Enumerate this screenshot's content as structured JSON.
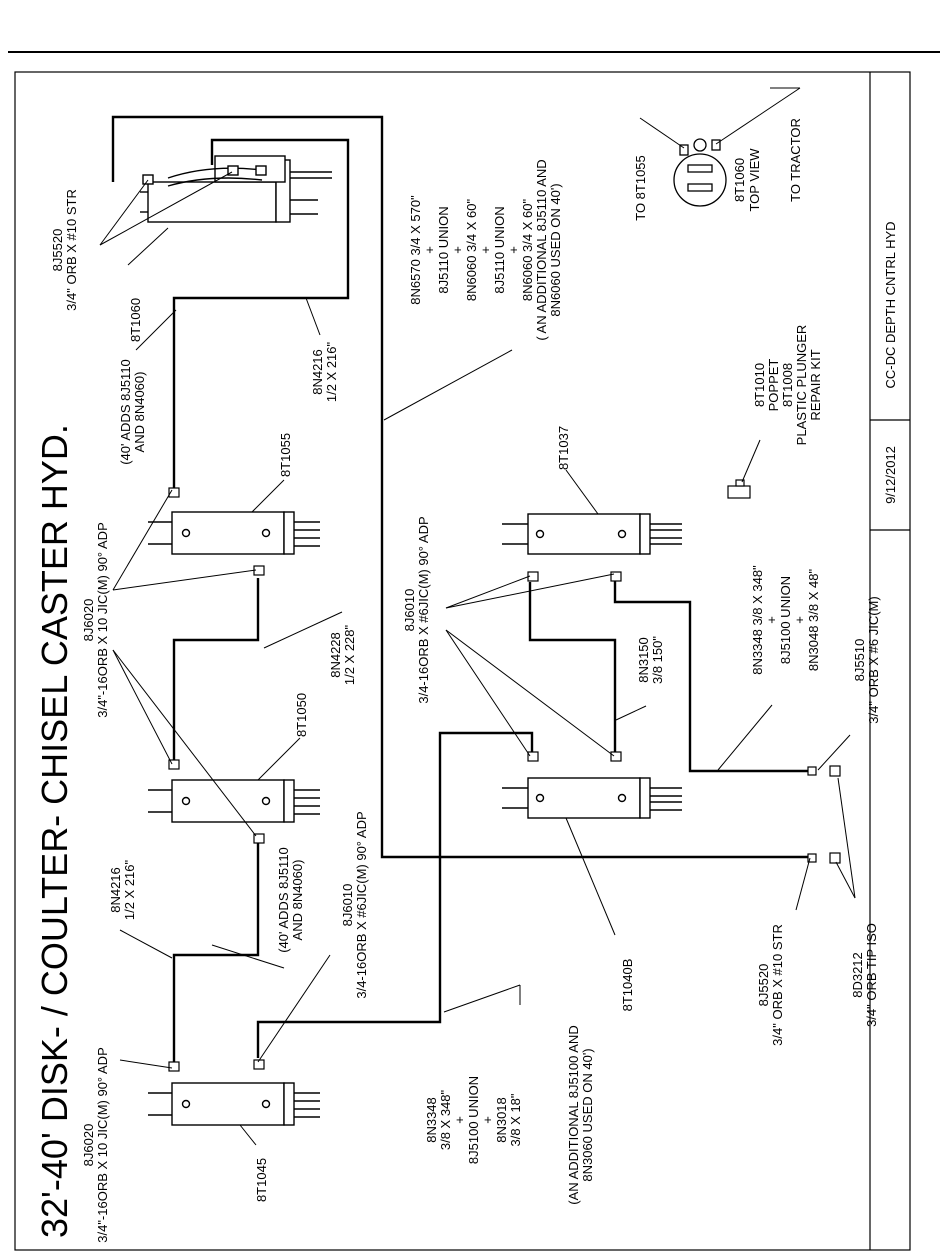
{
  "title": "32'-40' DISK- / COULTER- CHISEL CASTER HYD.",
  "title_block": {
    "date": "9/12/2012",
    "name": "CC-DC DEPTH CNTRL HYD"
  },
  "labels": {
    "c8t1060": "8T1060",
    "c8t1055": "8T1055",
    "c8t1050": "8T1050",
    "c8t1045": "8T1045",
    "c8t1037": "8T1037",
    "c8t1040b": "8T1040B",
    "c8t1060_top": [
      "8T1060",
      "TOP VIEW"
    ],
    "to_8t1055": "TO 8T1055",
    "to_tractor": "TO TRACTOR",
    "j5520_top": [
      "8J5520",
      "3/4\" ORB X #10 STR"
    ],
    "adds_top": [
      "(40' ADDS 8J5110",
      "AND 8N4060)"
    ],
    "n4216_top": [
      "8N4216",
      "1/2 X 216\""
    ],
    "hose_main": [
      "8N6570 3/4 X 570\"",
      "+",
      "8J5110 UNION",
      "+",
      "8N6060 3/4 X 60\"",
      "+",
      "8J5110 UNION",
      "+",
      "8N6060 3/4 X 60\"",
      "( AN ADDITIONAL 8J5110 AND",
      "8N6060 USED ON 40')"
    ],
    "poppet": [
      "8T1010",
      "POPPET",
      "8T1008",
      "PLASTIC PLUNGER",
      "REPAIR KIT"
    ],
    "j6020_mid": [
      "8J6020",
      "3/4\"-16ORB X 10 JIC(M) 90° ADP"
    ],
    "n4228": [
      "8N4228",
      "1/2 X 228\""
    ],
    "j6010_right": [
      "8J6010",
      "3/4-16ORB X #6JIC(M) 90° ADP"
    ],
    "n3150": [
      "8N3150",
      "3/8 150\""
    ],
    "hose_348": [
      "8N3348 3/8 X 348\"",
      "+",
      "8J5100 UNION",
      "+",
      "8N3048 3/8 X 48\""
    ],
    "j5510": [
      "8J5510",
      "3/4\" ORB X #6 JIC(M)"
    ],
    "n4216_bot": [
      "8N4216",
      "1/2 X 216\""
    ],
    "adds_bot": [
      "(40' ADDS 8J5110",
      "AND 8N4060)"
    ],
    "j6010_left": [
      "8J6010",
      "3/4-16ORB X #6JIC(M) 90° ADP"
    ],
    "j6020_bot": [
      "8J6020",
      "3/4\"-16ORB X 10 JIC(M) 90° ADP"
    ],
    "hose_bot": [
      "8N3348",
      "3/8 X 348\"",
      "+",
      "8J5100 UNION",
      "+",
      "8N3018",
      "3/8 X 18\""
    ],
    "additional_bot": [
      "(AN ADDITIONAL 8J5100 AND",
      "8N3060 USED ON 40')"
    ],
    "j5520_bot": [
      "8J5520",
      "3/4\" ORB X #10 STR"
    ],
    "d3212": [
      "8D3212",
      "3/4\" ORB TIP ISO"
    ]
  }
}
